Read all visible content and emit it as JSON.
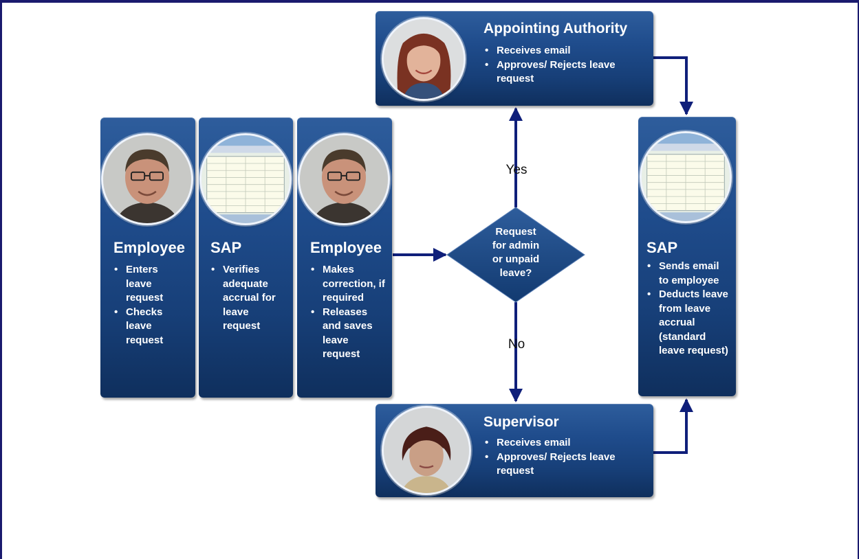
{
  "nodes": {
    "employee1": {
      "title": "Employee",
      "bullets": [
        "Enters leave request",
        "Checks leave request"
      ]
    },
    "sap1": {
      "title": "SAP",
      "bullets": [
        "Verifies adequate accrual for leave request"
      ]
    },
    "employee2": {
      "title": "Employee",
      "bullets": [
        "Makes correction, if required",
        "Releases and saves leave request"
      ]
    },
    "decision": {
      "lines": [
        "Request",
        "for admin",
        "or unpaid",
        "leave?"
      ]
    },
    "appointing": {
      "title": "Appointing Authority",
      "bullets": [
        "Receives email",
        "Approves/ Rejects  leave request"
      ]
    },
    "supervisor": {
      "title": "Supervisor",
      "bullets": [
        "Receives email",
        "Approves/ Rejects leave request"
      ]
    },
    "sap2": {
      "title": "SAP",
      "bullets": [
        "Sends email to employee",
        "Deducts leave from leave accrual (standard leave request)"
      ]
    }
  },
  "edges": {
    "yes_label": "Yes",
    "no_label": "No"
  },
  "colors": {
    "box": "#1f4c8c",
    "arrow": "#0f1f7a",
    "frame": "#1a1a6e"
  }
}
